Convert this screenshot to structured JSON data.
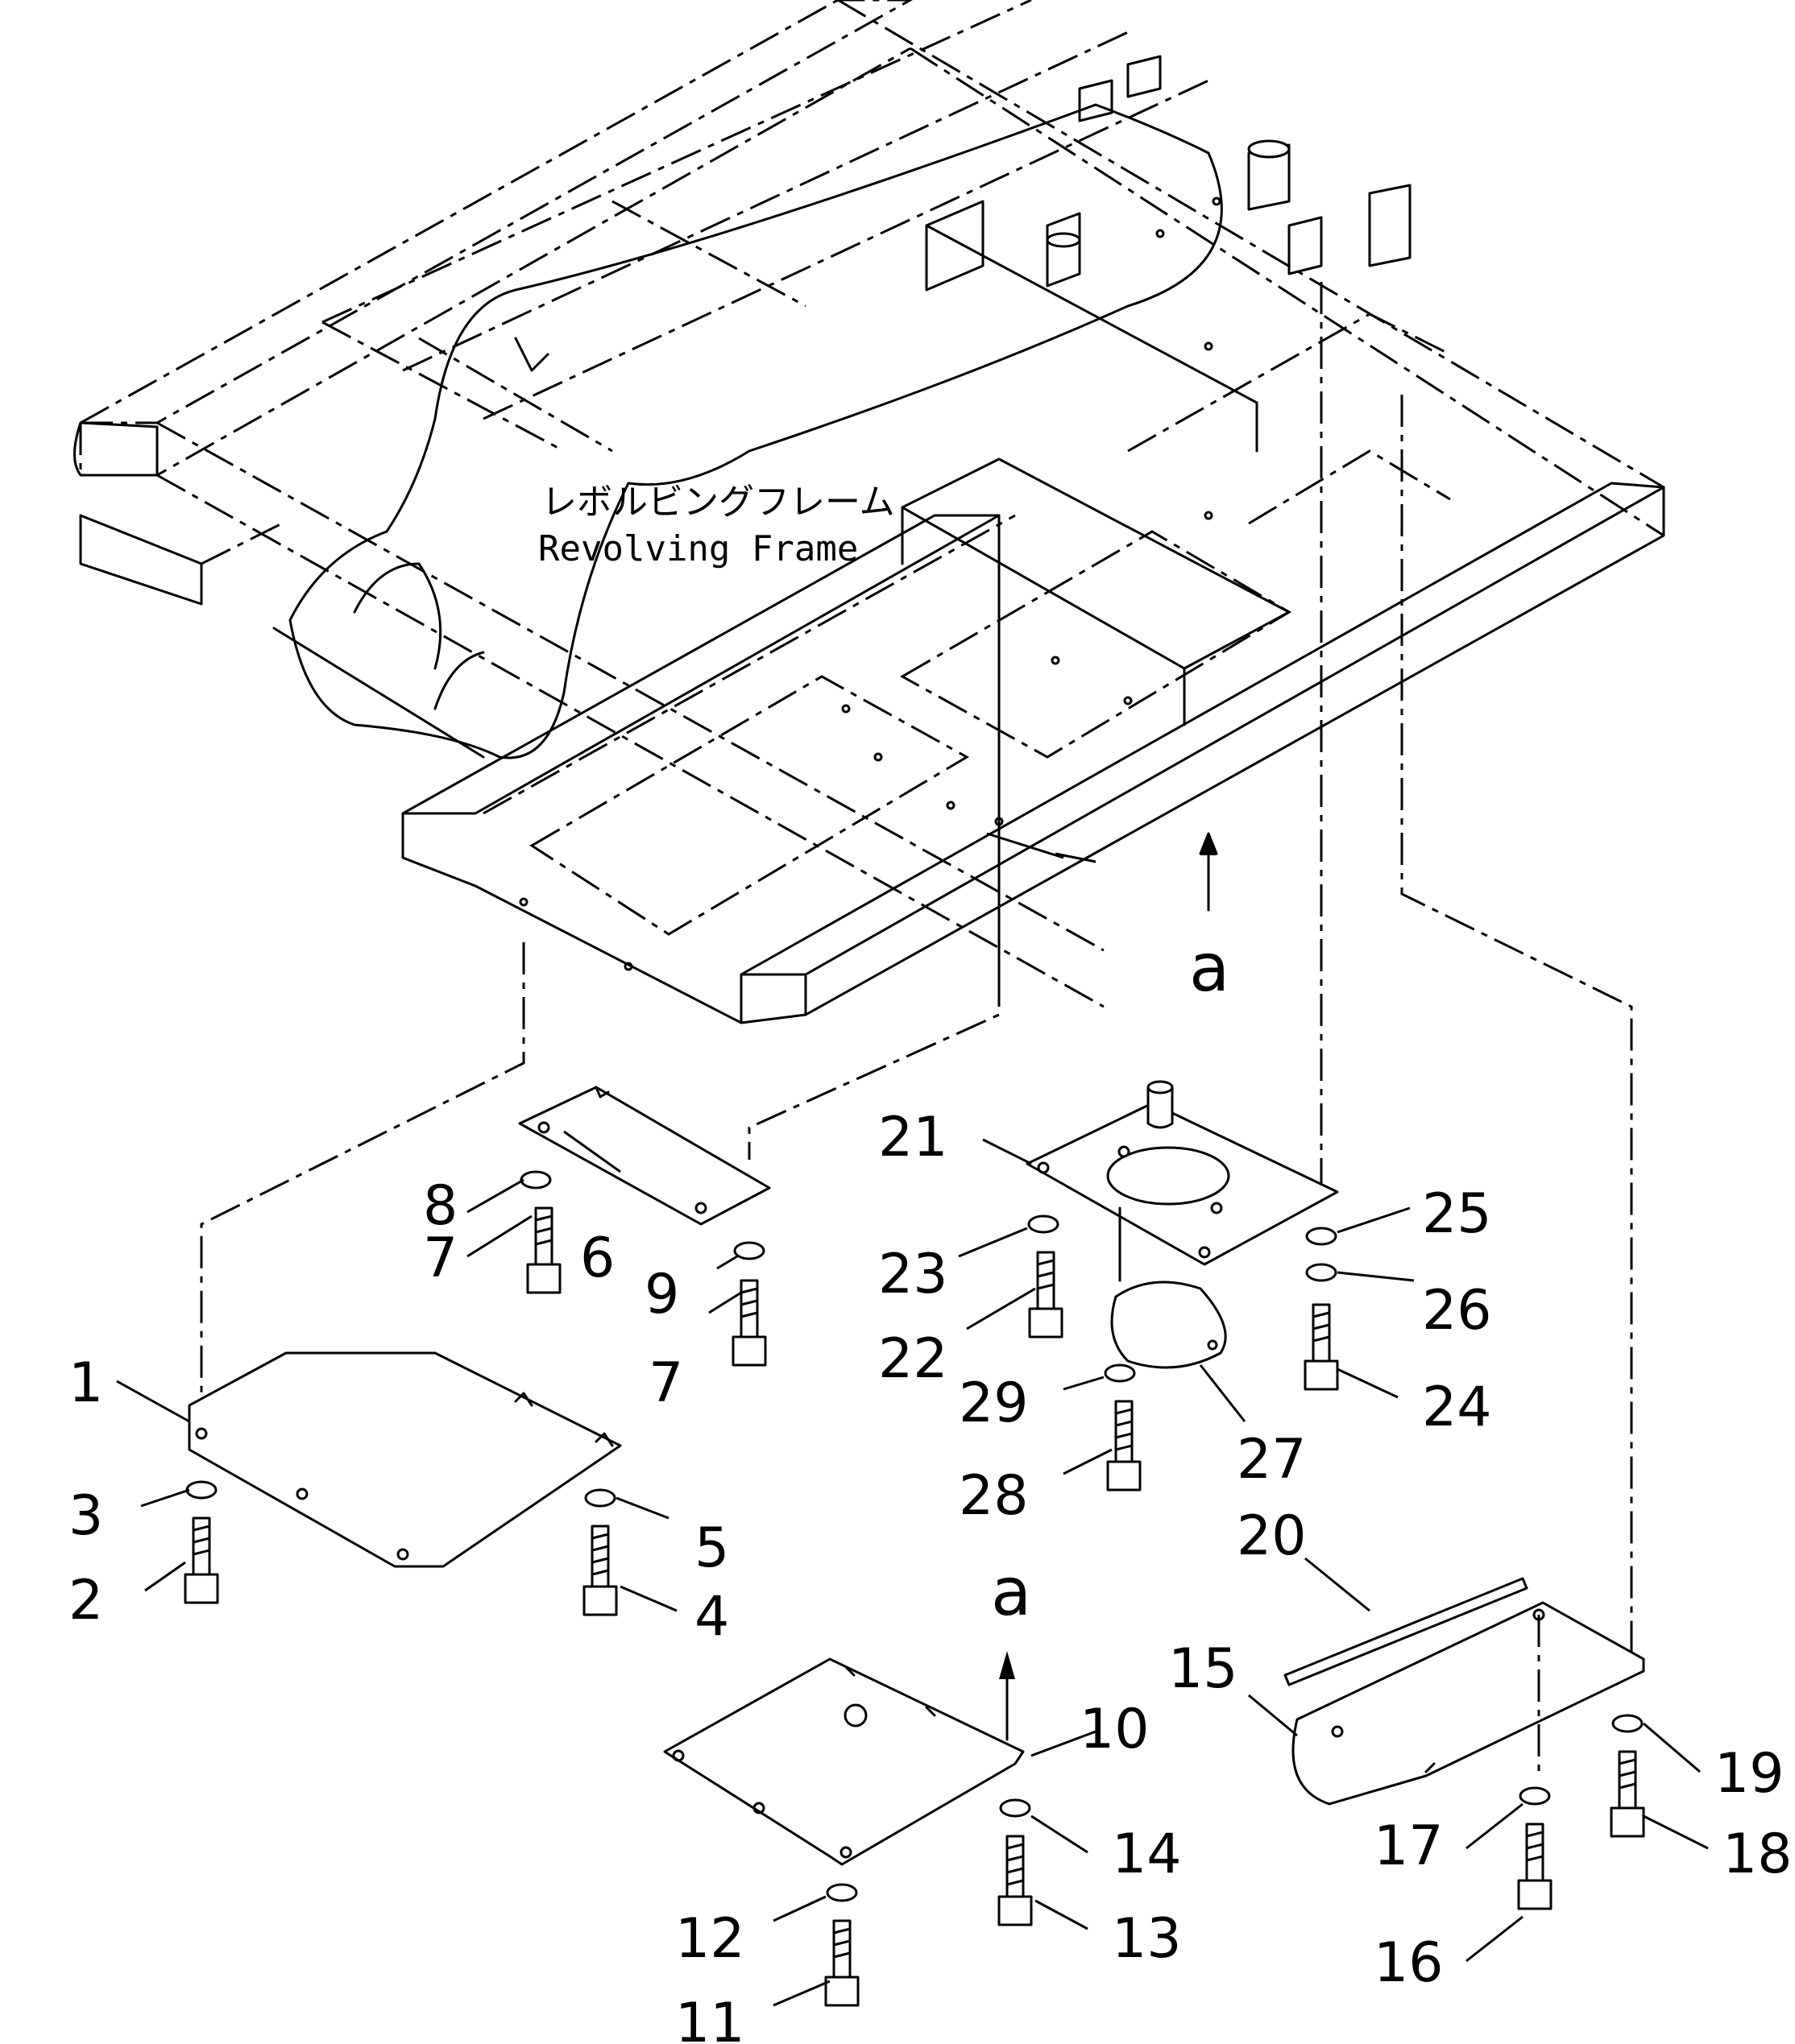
{
  "frame_label": {
    "japanese": "レボルビングフレーム",
    "english": "Revolving Frame"
  },
  "view_marks": [
    "a",
    "a"
  ],
  "part_numbers": [
    "1",
    "2",
    "3",
    "4",
    "5",
    "6",
    "7",
    "7",
    "8",
    "9",
    "10",
    "11",
    "12",
    "13",
    "14",
    "15",
    "16",
    "17",
    "18",
    "19",
    "20",
    "21",
    "22",
    "23",
    "24",
    "25",
    "26",
    "27",
    "28",
    "29"
  ],
  "icons": {
    "bolt": "bolt-icon",
    "washer": "washer-icon",
    "cover_plate": "cover-plate-icon",
    "arrow": "arrow-up-icon"
  }
}
